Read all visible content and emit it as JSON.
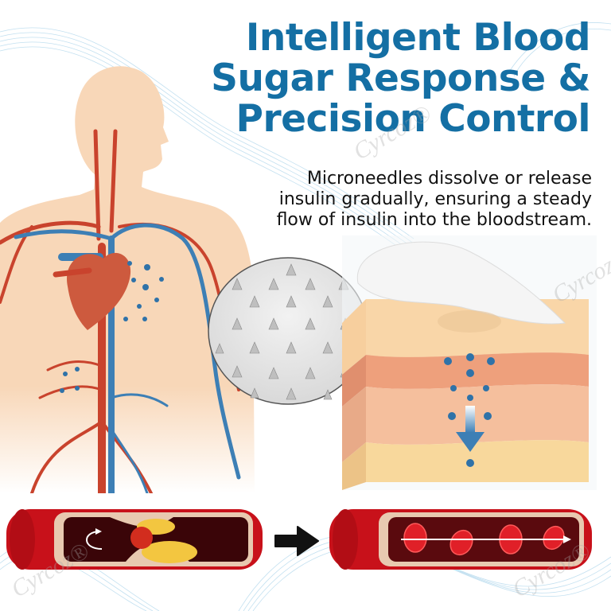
{
  "headline": {
    "lines": [
      "Intelligent Blood",
      "Sugar Response &",
      "Precision Control"
    ],
    "color": "#146fa4"
  },
  "description": {
    "lines": [
      "Microneedles dissolve or release",
      "insulin gradually, ensuring a steady",
      "flow of insulin into the bloodstream."
    ],
    "color": "#111111"
  },
  "watermark": {
    "text": "Cyrcoz®"
  },
  "illustrations": {
    "human_body": "human-circulatory-system",
    "microneedle_closeup": "microneedle-array-magnified",
    "skin_patch": "patch-on-skin-layers-insulin-diffusion",
    "vessel_before": "blocked-blood-vessel",
    "vessel_after": "clear-blood-vessel-flow",
    "transition_arrow": "right-arrow-icon"
  },
  "colors": {
    "skin_tone": "#f8d7b8",
    "artery": "#c9432d",
    "vein": "#3d7fb5",
    "insulin_dot": "#2f72a8",
    "vessel_red": "#c8111a",
    "vessel_dark": "#3a0508"
  }
}
